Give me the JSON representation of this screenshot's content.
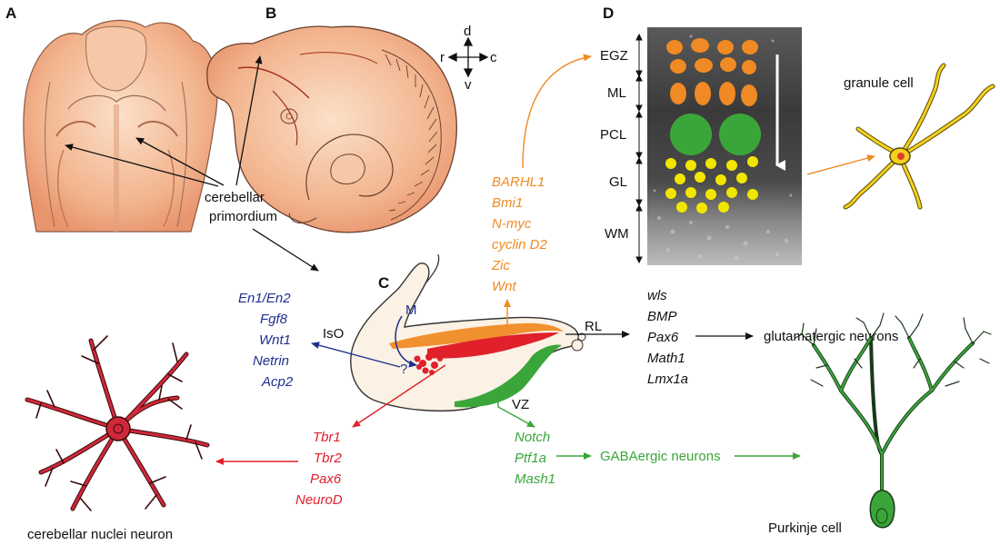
{
  "panels": {
    "a": "A",
    "b": "B",
    "c": "C",
    "d": "D"
  },
  "compass": {
    "dorsal": "d",
    "ventral": "v",
    "rostral": "r",
    "caudal": "c"
  },
  "labels": {
    "cerebellar_primordium": [
      "cerebellar",
      "primordium"
    ],
    "iso": "IsO",
    "m": "M",
    "question": "?",
    "rl": "RL",
    "vz": "VZ",
    "glutamatergic": "glutamatergic neurons",
    "gabaergic": "GABAergic neurons",
    "granule_cell": "granule cell",
    "purkinje_cell": "Purkinje cell",
    "nuclei_neuron": "cerebellar nuclei neuron"
  },
  "layers": [
    "EGZ",
    "ML",
    "PCL",
    "GL",
    "WM"
  ],
  "genes": {
    "blue": [
      "En1/En2",
      "Fgf8",
      "Wnt1",
      "Netrin",
      "Acp2"
    ],
    "orange": [
      "BARHL1",
      "Bmi1",
      "N-myc",
      "cyclin D2",
      "Zic",
      "Wnt"
    ],
    "black": [
      "wls",
      "BMP",
      "Pax6",
      "Math1",
      "Lmx1a"
    ],
    "red": [
      "Tbr1",
      "Tbr2",
      "Pax6",
      "NeuroD"
    ],
    "green": [
      "Notch",
      "Ptf1a",
      "Mash1"
    ]
  },
  "colors": {
    "blue": "#1f2f8f",
    "orange": "#f08a24",
    "red": "#e0202a",
    "green": "#3aa63a",
    "yellow": "#f2e600",
    "skin": "#f2b48e"
  }
}
